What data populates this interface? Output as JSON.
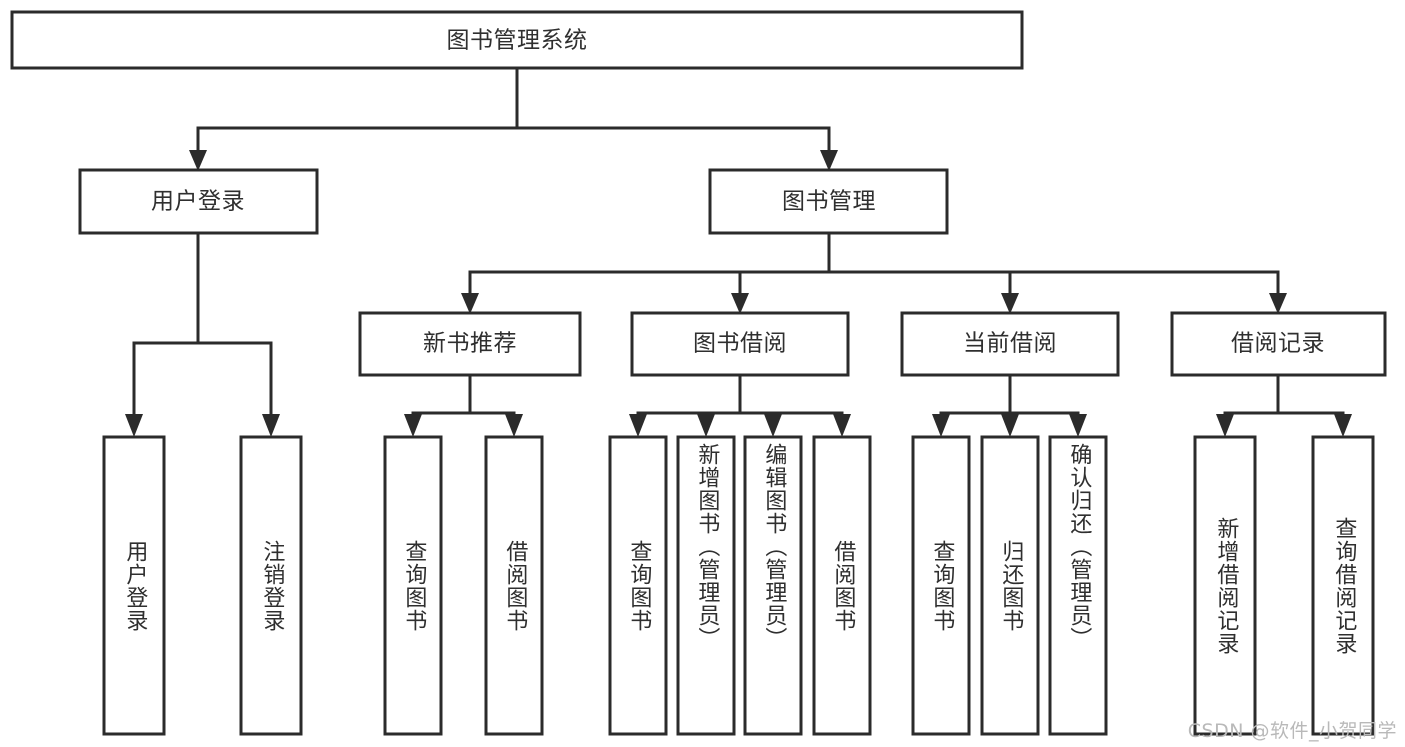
{
  "diagram": {
    "title_node": {
      "label": "图书管理系统"
    },
    "level1": [
      {
        "label": "用户登录"
      },
      {
        "label": "图书管理"
      }
    ],
    "level2": [
      {
        "label": "新书推荐"
      },
      {
        "label": "图书借阅"
      },
      {
        "label": "当前借阅"
      },
      {
        "label": "借阅记录"
      }
    ],
    "leaves": [
      {
        "label": "用户登录"
      },
      {
        "label": "注销登录"
      },
      {
        "label": "查询图书"
      },
      {
        "label": "借阅图书"
      },
      {
        "label": "查询图书"
      },
      {
        "label": "新增图书（管理员）"
      },
      {
        "label": "编辑图书（管理员）"
      },
      {
        "label": "借阅图书"
      },
      {
        "label": "查询图书"
      },
      {
        "label": "归还图书"
      },
      {
        "label": "确认归还（管理员）"
      },
      {
        "label": "新增借阅记录"
      },
      {
        "label": "查询借阅记录"
      }
    ]
  },
  "watermark": {
    "text": "CSDN @软件_小贺同学"
  },
  "colors": {
    "stroke": "#2b2b2b",
    "text": "#2f2f2f",
    "background": "#ffffff",
    "watermark": "#b9b9b9"
  }
}
